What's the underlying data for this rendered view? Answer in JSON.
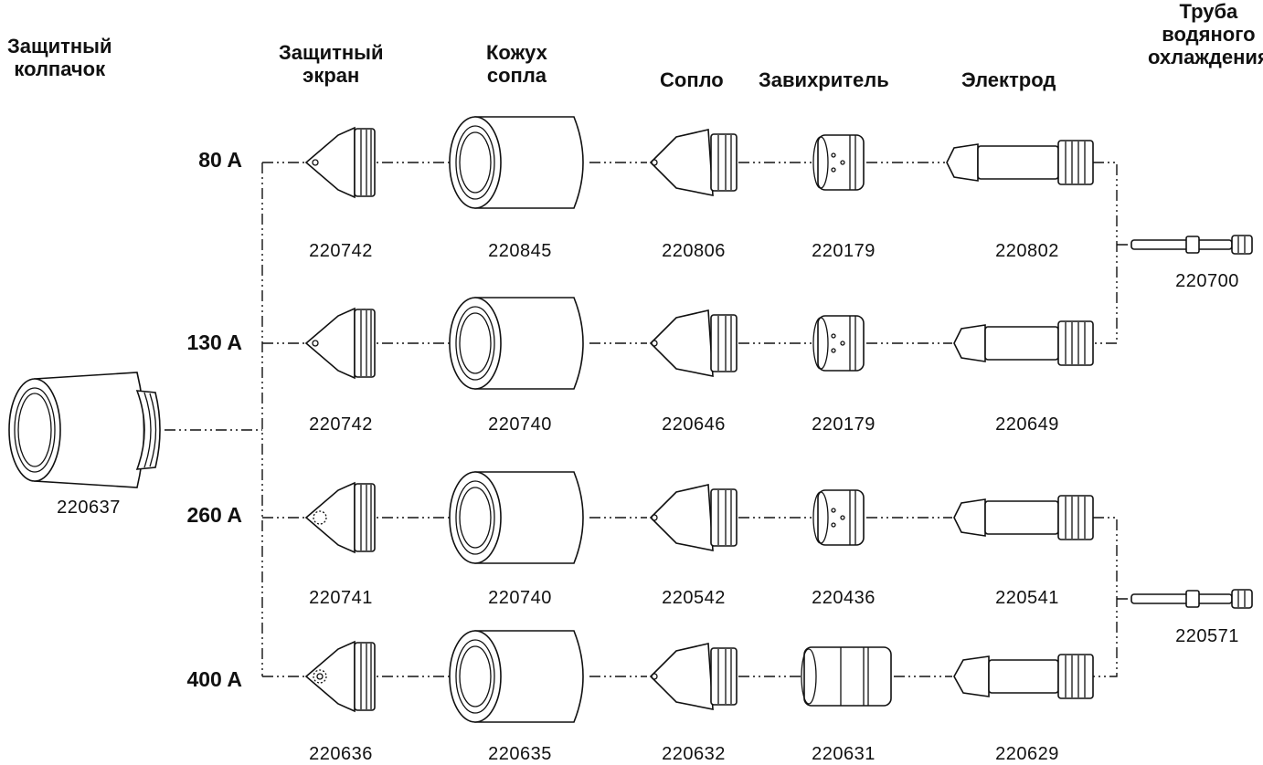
{
  "headers": {
    "retaining_cap": [
      "Защитный",
      "колпачок"
    ],
    "shield": [
      "Защитный",
      "экран"
    ],
    "nozzle_retaining_cap": [
      "Кожух",
      "сопла"
    ],
    "nozzle": [
      "Сопло"
    ],
    "swirl_ring": [
      "Завихритель"
    ],
    "electrode": [
      "Электрод"
    ],
    "water_tube": [
      "Труба",
      "водяного",
      "охлаждения"
    ]
  },
  "retaining_cap_part": "220637",
  "rows": [
    {
      "amps": "80 A",
      "shield": "220742",
      "nozzle_cap": "220845",
      "nozzle": "220806",
      "swirl": "220179",
      "electrode": "220802"
    },
    {
      "amps": "130 A",
      "shield": "220742",
      "nozzle_cap": "220740",
      "nozzle": "220646",
      "swirl": "220179",
      "electrode": "220649"
    },
    {
      "amps": "260 A",
      "shield": "220741",
      "nozzle_cap": "220740",
      "nozzle": "220542",
      "swirl": "220436",
      "electrode": "220541"
    },
    {
      "amps": "400 A",
      "shield": "220636",
      "nozzle_cap": "220635",
      "nozzle": "220632",
      "swirl": "220631",
      "electrode": "220629"
    }
  ],
  "water_tubes": [
    "220700",
    "220571"
  ]
}
